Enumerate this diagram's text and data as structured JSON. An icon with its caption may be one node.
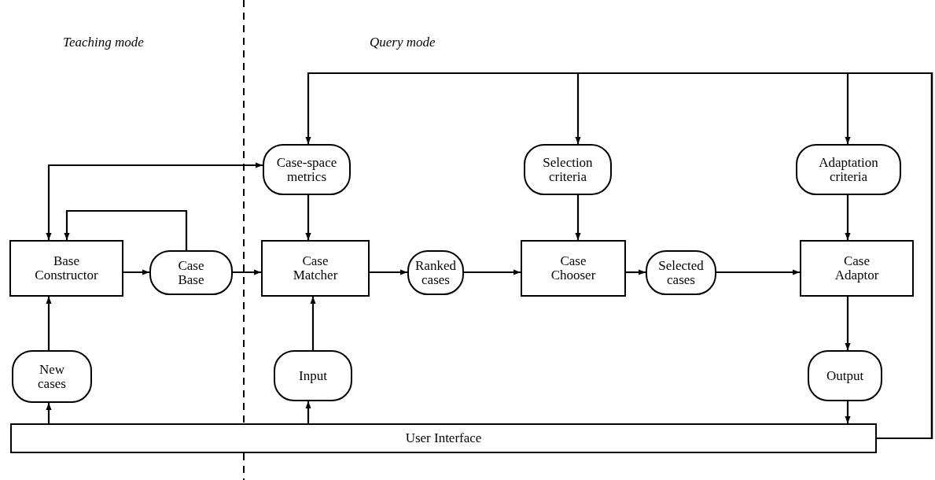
{
  "diagram": {
    "nodes": [
      {
        "text": [
          "Base Constructor"
        ]
      },
      {
        "text": [
          "Case Base"
        ]
      },
      {
        "text": [
          "Case-space metrics"
        ]
      },
      {
        "text": [
          "Case Matcher"
        ]
      },
      {
        "text": [
          "Ranked cases"
        ]
      },
      {
        "text": [
          "Selection criteria"
        ]
      },
      {
        "text": [
          "Case Chooser"
        ]
      },
      {
        "text": [
          "Selected cases"
        ]
      },
      {
        "text": [
          "Adaptation criteria"
        ]
      },
      {
        "text": [
          "Case Adaptor"
        ]
      },
      {
        "text": [
          "New cases"
        ]
      },
      {
        "text": [
          "Input"
        ]
      },
      {
        "text": [
          "Output"
        ]
      },
      {
        "text": [
          "User Interface"
        ]
      }
    ],
    "edges": [
      {
        "from": 10,
        "to": 0,
        "arrow": "to"
      },
      {
        "from": 0,
        "to": 1,
        "arrow": "to"
      },
      {
        "from": 1,
        "to": 0,
        "arrow": "to"
      },
      {
        "from": 0,
        "to": 2,
        "arrow": "both"
      },
      {
        "from": 1,
        "to": 3,
        "arrow": "to"
      },
      {
        "from": 2,
        "to": 3,
        "arrow": "to"
      },
      {
        "from": 3,
        "to": 4,
        "arrow": "to"
      },
      {
        "from": 4,
        "to": 6,
        "arrow": "to"
      },
      {
        "from": 5,
        "to": 6,
        "arrow": "to"
      },
      {
        "from": 6,
        "to": 7,
        "arrow": "to"
      },
      {
        "from": 7,
        "to": 9,
        "arrow": "to"
      },
      {
        "from": 8,
        "to": 9,
        "arrow": "to"
      },
      {
        "from": 9,
        "to": 12,
        "arrow": "to"
      },
      {
        "from": 11,
        "to": 3,
        "arrow": "to"
      },
      {
        "from": 13,
        "to": 10,
        "arrow": "to"
      },
      {
        "from": 13,
        "to": 11,
        "arrow": "to"
      },
      {
        "from": 12,
        "to": 13,
        "arrow": "to"
      },
      {
        "from": 13,
        "to": 2,
        "arrow": "to"
      },
      {
        "from": 13,
        "to": 5,
        "arrow": "to"
      },
      {
        "from": 13,
        "to": 8,
        "arrow": "to"
      }
    ],
    "labels": [
      "Teaching mode",
      "Query mode"
    ]
  }
}
